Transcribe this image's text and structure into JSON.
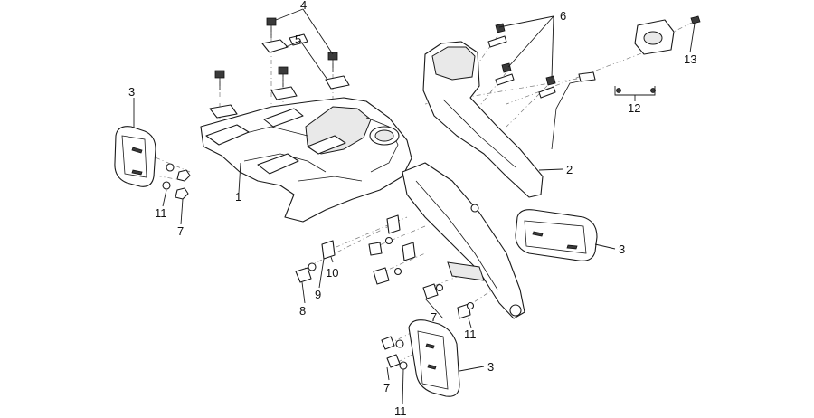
{
  "callouts": {
    "c1": "1",
    "c2": "2",
    "c3a": "3",
    "c3b": "3",
    "c3c": "3",
    "c4": "4",
    "c5": "5",
    "c6": "6",
    "c7a": "7",
    "c7b": "7",
    "c7c": "7",
    "c8": "8",
    "c9": "9",
    "c10": "10",
    "c11a": "11",
    "c11b": "11",
    "c11c": "11",
    "c12": "12",
    "c13": "13"
  }
}
